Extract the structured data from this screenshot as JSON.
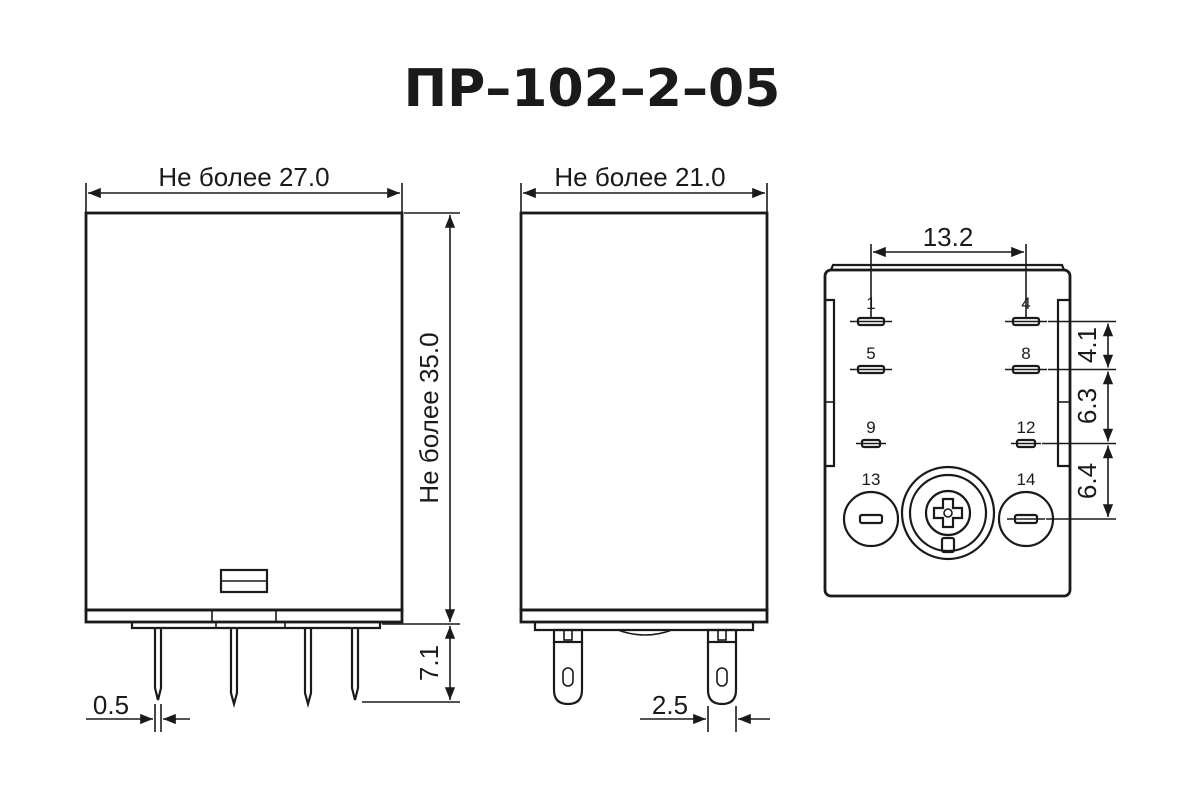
{
  "title": "ПР–102–2–05",
  "front_view": {
    "width_label": "Не более 27.0",
    "height_label": "Не более 35.0",
    "pin_length_label": "7.1",
    "pin_thickness_label": "0.5"
  },
  "side_view": {
    "width_label": "Не более 21.0",
    "pin_width_label": "2.5"
  },
  "bottom_view": {
    "pin_spacing_label": "13.2",
    "row_gap_1_label": "4.1",
    "row_gap_2_label": "6.3",
    "row_gap_3_label": "6.4",
    "pins": {
      "p1": "1",
      "p4": "4",
      "p5": "5",
      "p8": "8",
      "p9": "9",
      "p12": "12",
      "p13": "13",
      "p14": "14"
    }
  }
}
